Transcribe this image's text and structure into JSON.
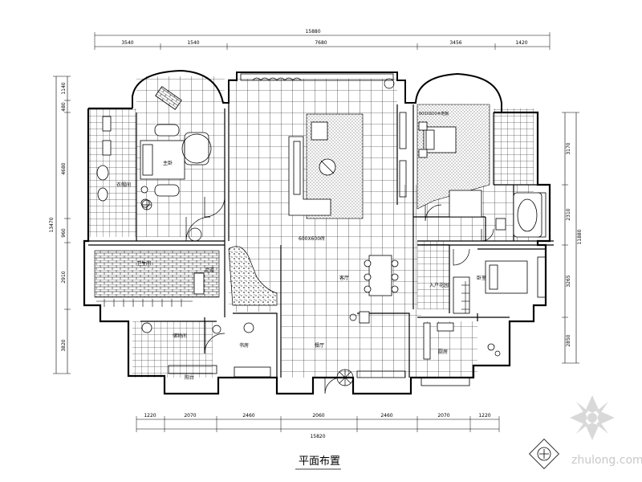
{
  "drawing_title": "平面布置",
  "watermark": "zhulong.com",
  "dimensions": {
    "top_total": "15880",
    "top": [
      "3540",
      "1540",
      "7680",
      "3456",
      "1420"
    ],
    "bottom_total": "15820",
    "bottom": [
      "1220",
      "2070",
      "2460",
      "2060",
      "2460",
      "2070",
      "1220"
    ],
    "left_total": "13470",
    "left": [
      "1140",
      "480",
      "4680",
      "960",
      "2910",
      "3820"
    ],
    "right_total": "11880",
    "right": [
      "3170",
      "2310",
      "3265",
      "2850"
    ]
  },
  "room_labels": {
    "master_bedroom": "主卧",
    "living_center": "客厅",
    "bedroom_right": "卧室",
    "corridor_tile": "600X600砖",
    "bedroom_right_tile": "600X600木地板",
    "dining": "餐厅",
    "kitchen": "厨房",
    "study": "书房",
    "bathroom": "卫生间",
    "balcony": "阳台",
    "storage": "储物间",
    "entrance": "入户花园",
    "corridor": "走道",
    "wardrobe": "衣帽间"
  }
}
